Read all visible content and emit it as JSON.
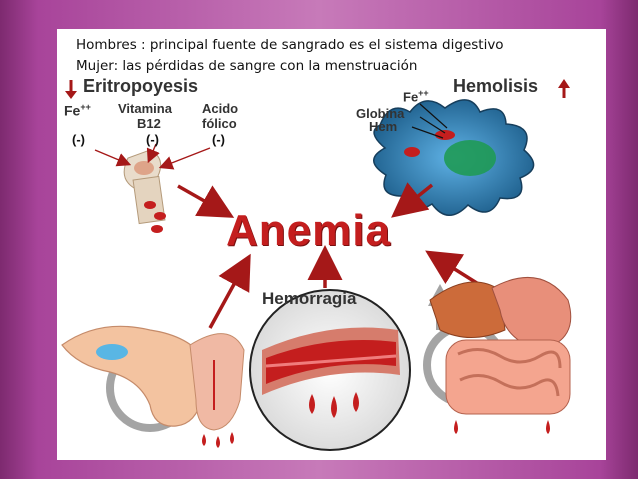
{
  "caption": {
    "line1": "Hombres : principal fuente de sangrado es el sistema digestivo",
    "line2": "Mujer:  las pérdidas de sangre con la menstruación"
  },
  "eritropoyesis": {
    "title": "Eritropoyesis",
    "fe": "Fe",
    "fe_sup": "++",
    "vitamina": "Vitamina",
    "b12": "B12",
    "acido": "Acido",
    "folico": "fólico",
    "neg1": "(-)",
    "neg2": "(-)",
    "neg3": "(-)"
  },
  "hemolisis": {
    "title": "Hemolisis",
    "fe": "Fe",
    "fe_sup": "++",
    "globina": "Globina",
    "hem": "Hem"
  },
  "center": {
    "anemia": "Anemia",
    "hemorragia": "Hemorragia"
  },
  "colors": {
    "anemia_red": "#c41e1e",
    "arrow_red": "#a51818",
    "border_purple": "#a8449a",
    "cell_blue": "#1e5f8c"
  }
}
